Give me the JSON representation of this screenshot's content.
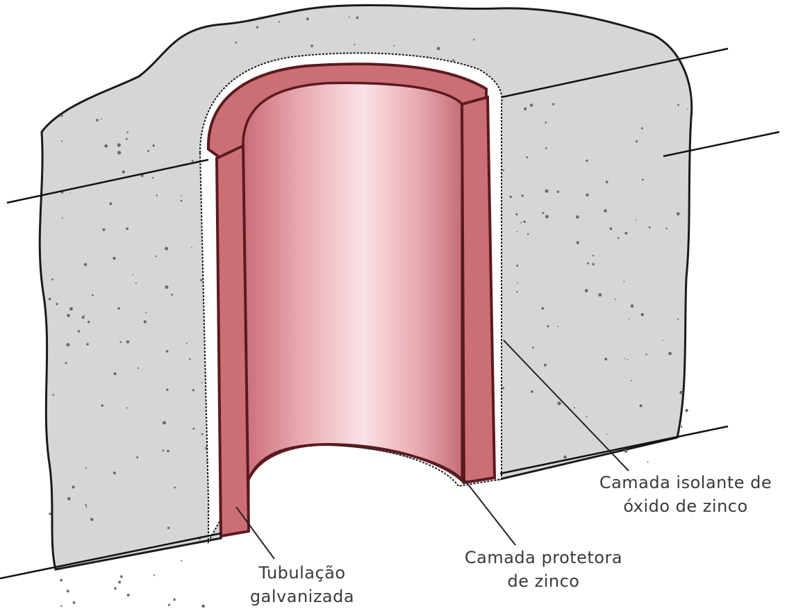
{
  "labels": {
    "oxide_layer": [
      "Camada isolante de",
      "óxido de zinco"
    ],
    "zinc_layer": [
      "Camada protetora",
      "de zinco"
    ],
    "pipe": [
      "Tubulação",
      "galvanizada"
    ]
  },
  "colors": {
    "concrete": "#d6d6d6",
    "concrete_speckle": "#6a6a6a",
    "pipe_wall": "#cc6f75",
    "pipe_outline": "#5b1a1f",
    "pipe_inner_light": "#f8d8dd",
    "pipe_inner_dark": "#c76f78",
    "leader_line": "#222222"
  }
}
